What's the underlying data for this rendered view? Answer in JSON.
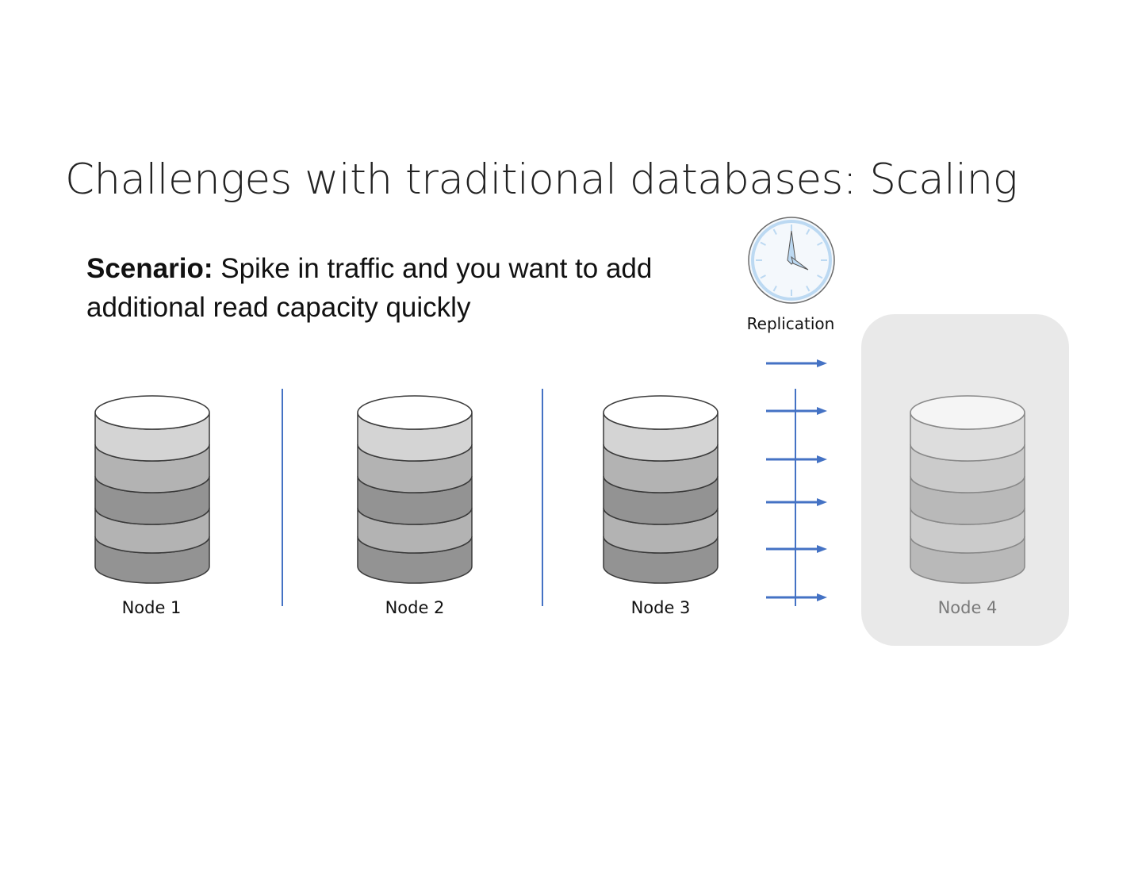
{
  "title": "Challenges with traditional databases: Scaling",
  "scenario": {
    "label": "Scenario:",
    "text": " Spike in traffic and you want to add additional read capacity quickly"
  },
  "replication_label": "Replication",
  "nodes": [
    {
      "label": "Node 1",
      "state": "active"
    },
    {
      "label": "Node 2",
      "state": "active"
    },
    {
      "label": "Node 3",
      "state": "active"
    },
    {
      "label": "Node 4",
      "state": "new"
    }
  ],
  "icons": [
    "clock-icon",
    "database-icon",
    "replication-arrow-icon"
  ],
  "colors": {
    "divider": "#4472c4",
    "arrow": "#4472c4",
    "highlight": "#e9e9e9",
    "clock_accent": "#bcd9f2"
  }
}
